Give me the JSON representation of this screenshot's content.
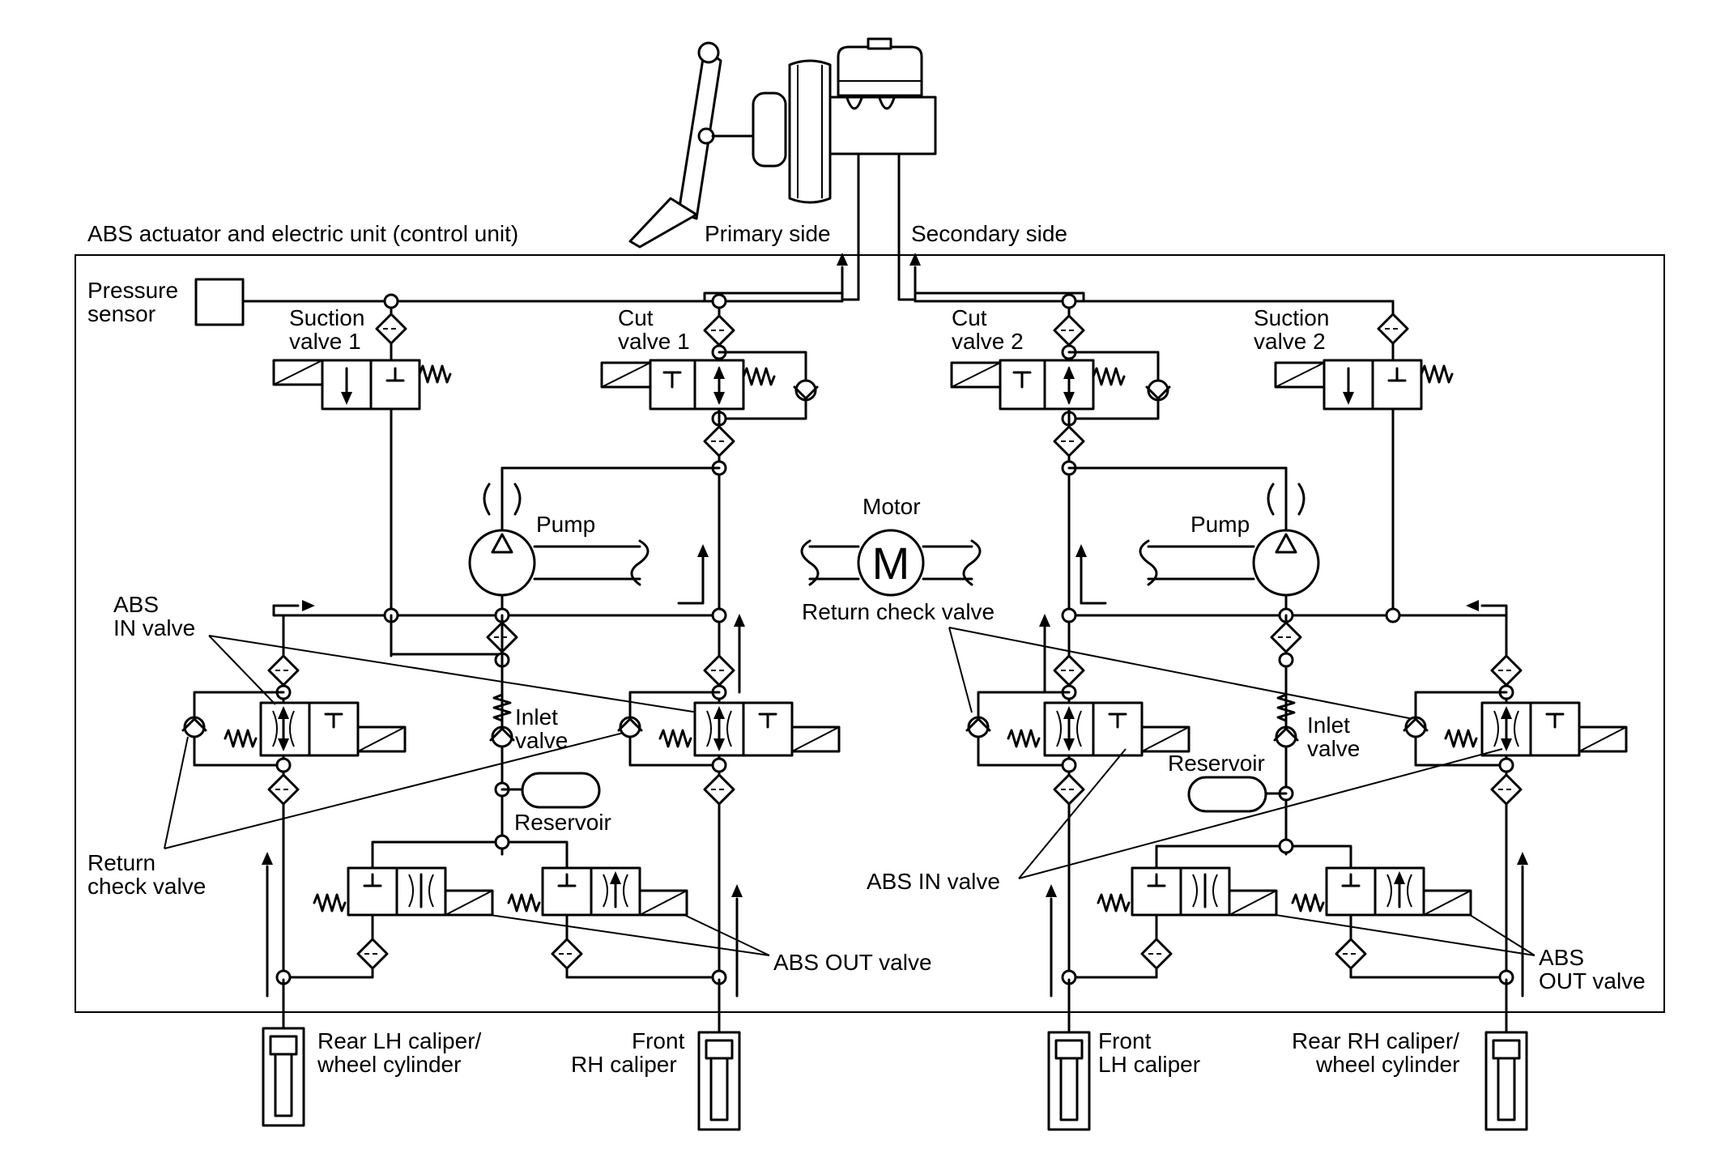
{
  "labels": {
    "unit": "ABS actuator and electric unit (control unit)",
    "primary_side": "Primary side",
    "secondary_side": "Secondary side",
    "pressure_sensor": [
      "Pressure",
      "sensor"
    ],
    "suction_valve_1": [
      "Suction",
      "valve 1"
    ],
    "cut_valve_1": [
      "Cut",
      "valve 1"
    ],
    "cut_valve_2": [
      "Cut",
      "valve 2"
    ],
    "suction_valve_2": [
      "Suction",
      "valve 2"
    ],
    "motor": "Motor",
    "motor_symbol": "M",
    "pump_left": "Pump",
    "pump_right": "Pump",
    "return_check_valve_center": "Return check valve",
    "abs_in_valve_left": [
      "ABS",
      "IN valve"
    ],
    "inlet_valve_left": [
      "Inlet",
      "valve"
    ],
    "inlet_valve_right": [
      "Inlet",
      "valve"
    ],
    "reservoir_left": "Reservoir",
    "reservoir_right": "Reservoir",
    "return_check_valve_left": [
      "Return",
      "check valve"
    ],
    "abs_in_valve_right": "ABS IN valve",
    "abs_out_valve_left": "ABS OUT valve",
    "abs_out_valve_right": [
      "ABS",
      "OUT valve"
    ],
    "rear_lh_caliper": [
      "Rear LH caliper/",
      "wheel cylinder"
    ],
    "front_rh_caliper": [
      "Front",
      "RH caliper"
    ],
    "front_lh_caliper": [
      "Front",
      "LH caliper"
    ],
    "rear_rh_caliper": [
      "Rear RH caliper/",
      "wheel cylinder"
    ]
  }
}
